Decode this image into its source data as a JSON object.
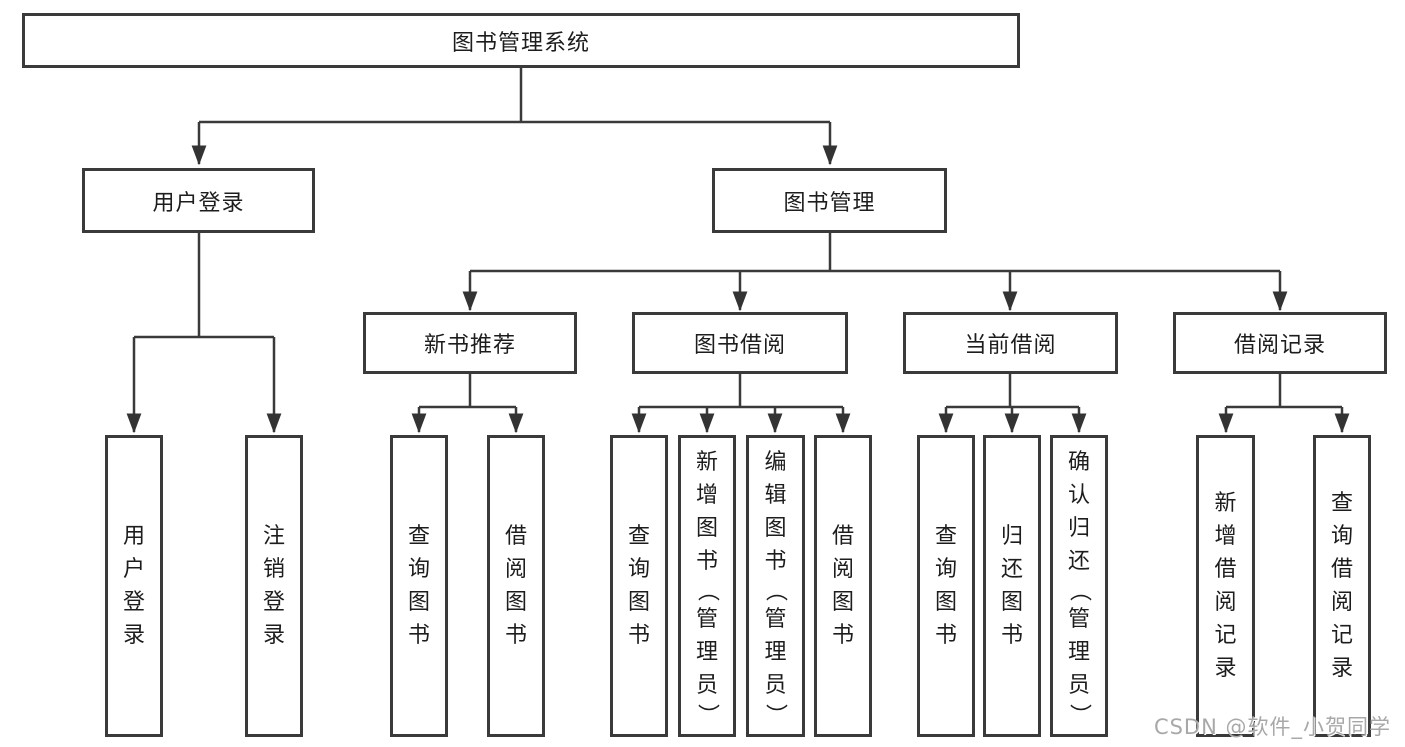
{
  "watermark": "CSDN @软件_小贺同学",
  "colors": {
    "line": "#3a3a3a",
    "text": "#1d1d1d",
    "watermark": "#a8a8a8",
    "background": "#ffffff"
  },
  "tree": {
    "root": "图书管理系统",
    "branches": [
      {
        "label": "用户登录",
        "leaves": [
          "用户登录",
          "注销登录"
        ]
      },
      {
        "label": "图书管理",
        "groups": [
          {
            "label": "新书推荐",
            "leaves": [
              "查询图书",
              "借阅图书"
            ]
          },
          {
            "label": "图书借阅",
            "leaves": [
              "查询图书",
              "新增图书（管理员）",
              "编辑图书（管理员）",
              "借阅图书"
            ]
          },
          {
            "label": "当前借阅",
            "leaves": [
              "查询图书",
              "归还图书",
              "确认归还（管理员）"
            ]
          },
          {
            "label": "借阅记录",
            "leaves": [
              "新增借阅记录",
              "查询借阅记录"
            ]
          }
        ]
      }
    ]
  }
}
